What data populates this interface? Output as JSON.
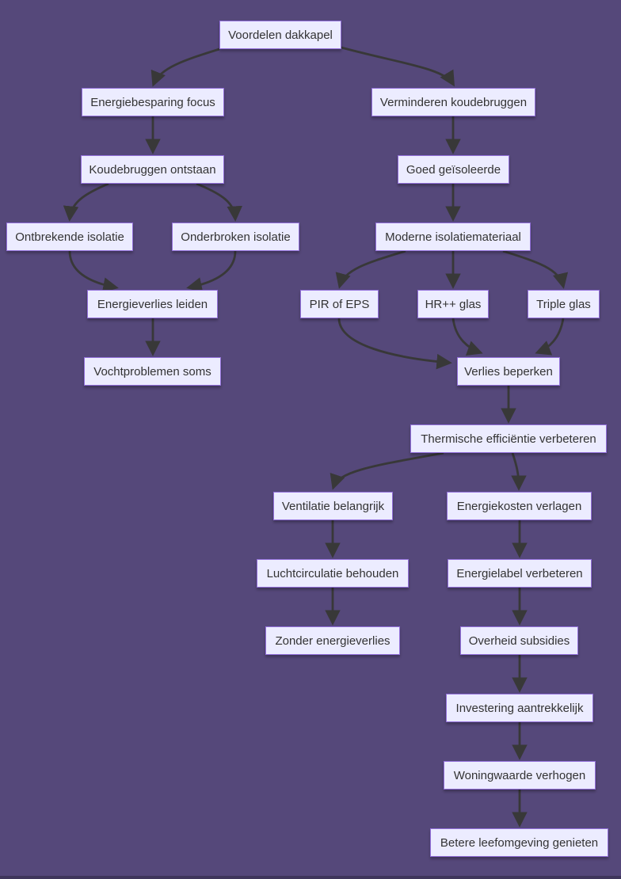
{
  "theme": {
    "background": "#55487A",
    "node_fill": "#ECECFF",
    "node_border": "#9370DB",
    "text_color": "#333333",
    "arrow_color": "#383838"
  },
  "nodes": [
    {
      "id": "voordelen-dakkapel",
      "label": "Voordelen dakkapel"
    },
    {
      "id": "energiebesparing-focus",
      "label": "Energiebesparing focus"
    },
    {
      "id": "verminderen-koudebruggen",
      "label": "Verminderen koudebruggen"
    },
    {
      "id": "koudebruggen-ontstaan",
      "label": "Koudebruggen ontstaan"
    },
    {
      "id": "goed-geisoleerde",
      "label": "Goed geïsoleerde"
    },
    {
      "id": "ontbrekende-isolatie",
      "label": "Ontbrekende isolatie"
    },
    {
      "id": "onderbroken-isolatie",
      "label": "Onderbroken isolatie"
    },
    {
      "id": "moderne-isolatiemateriaal",
      "label": "Moderne isolatiemateriaal"
    },
    {
      "id": "energieverlies-leiden",
      "label": "Energieverlies leiden"
    },
    {
      "id": "pir-of-eps",
      "label": "PIR of EPS"
    },
    {
      "id": "hr-plus-plus-glas",
      "label": "HR++ glas"
    },
    {
      "id": "triple-glas",
      "label": "Triple glas"
    },
    {
      "id": "vochtproblemen-soms",
      "label": "Vochtproblemen soms"
    },
    {
      "id": "verlies-beperken",
      "label": "Verlies beperken"
    },
    {
      "id": "thermische-efficientie",
      "label": "Thermische efficiëntie verbeteren"
    },
    {
      "id": "ventilatie-belangrijk",
      "label": "Ventilatie belangrijk"
    },
    {
      "id": "energiekosten-verlagen",
      "label": "Energiekosten verlagen"
    },
    {
      "id": "luchtcirculatie-behouden",
      "label": "Luchtcirculatie behouden"
    },
    {
      "id": "energielabel-verbeteren",
      "label": "Energielabel verbeteren"
    },
    {
      "id": "zonder-energieverlies",
      "label": "Zonder energieverlies"
    },
    {
      "id": "overheid-subsidies",
      "label": "Overheid subsidies"
    },
    {
      "id": "investering-aantrekkelijk",
      "label": "Investering aantrekkelijk"
    },
    {
      "id": "woningwaarde-verhogen",
      "label": "Woningwaarde verhogen"
    },
    {
      "id": "betere-leefomgeving",
      "label": "Betere leefomgeving genieten"
    }
  ],
  "edges": [
    {
      "from": "voordelen-dakkapel",
      "to": "energiebesparing-focus"
    },
    {
      "from": "voordelen-dakkapel",
      "to": "verminderen-koudebruggen"
    },
    {
      "from": "energiebesparing-focus",
      "to": "koudebruggen-ontstaan"
    },
    {
      "from": "koudebruggen-ontstaan",
      "to": "ontbrekende-isolatie"
    },
    {
      "from": "koudebruggen-ontstaan",
      "to": "onderbroken-isolatie"
    },
    {
      "from": "ontbrekende-isolatie",
      "to": "energieverlies-leiden"
    },
    {
      "from": "onderbroken-isolatie",
      "to": "energieverlies-leiden"
    },
    {
      "from": "energieverlies-leiden",
      "to": "vochtproblemen-soms"
    },
    {
      "from": "verminderen-koudebruggen",
      "to": "goed-geisoleerde"
    },
    {
      "from": "goed-geisoleerde",
      "to": "moderne-isolatiemateriaal"
    },
    {
      "from": "moderne-isolatiemateriaal",
      "to": "pir-of-eps"
    },
    {
      "from": "moderne-isolatiemateriaal",
      "to": "hr-plus-plus-glas"
    },
    {
      "from": "moderne-isolatiemateriaal",
      "to": "triple-glas"
    },
    {
      "from": "pir-of-eps",
      "to": "verlies-beperken"
    },
    {
      "from": "hr-plus-plus-glas",
      "to": "verlies-beperken"
    },
    {
      "from": "triple-glas",
      "to": "verlies-beperken"
    },
    {
      "from": "verlies-beperken",
      "to": "thermische-efficientie"
    },
    {
      "from": "thermische-efficientie",
      "to": "ventilatie-belangrijk"
    },
    {
      "from": "thermische-efficientie",
      "to": "energiekosten-verlagen"
    },
    {
      "from": "ventilatie-belangrijk",
      "to": "luchtcirculatie-behouden"
    },
    {
      "from": "luchtcirculatie-behouden",
      "to": "zonder-energieverlies"
    },
    {
      "from": "energiekosten-verlagen",
      "to": "energielabel-verbeteren"
    },
    {
      "from": "energielabel-verbeteren",
      "to": "overheid-subsidies"
    },
    {
      "from": "overheid-subsidies",
      "to": "investering-aantrekkelijk"
    },
    {
      "from": "investering-aantrekkelijk",
      "to": "woningwaarde-verhogen"
    },
    {
      "from": "woningwaarde-verhogen",
      "to": "betere-leefomgeving"
    }
  ]
}
